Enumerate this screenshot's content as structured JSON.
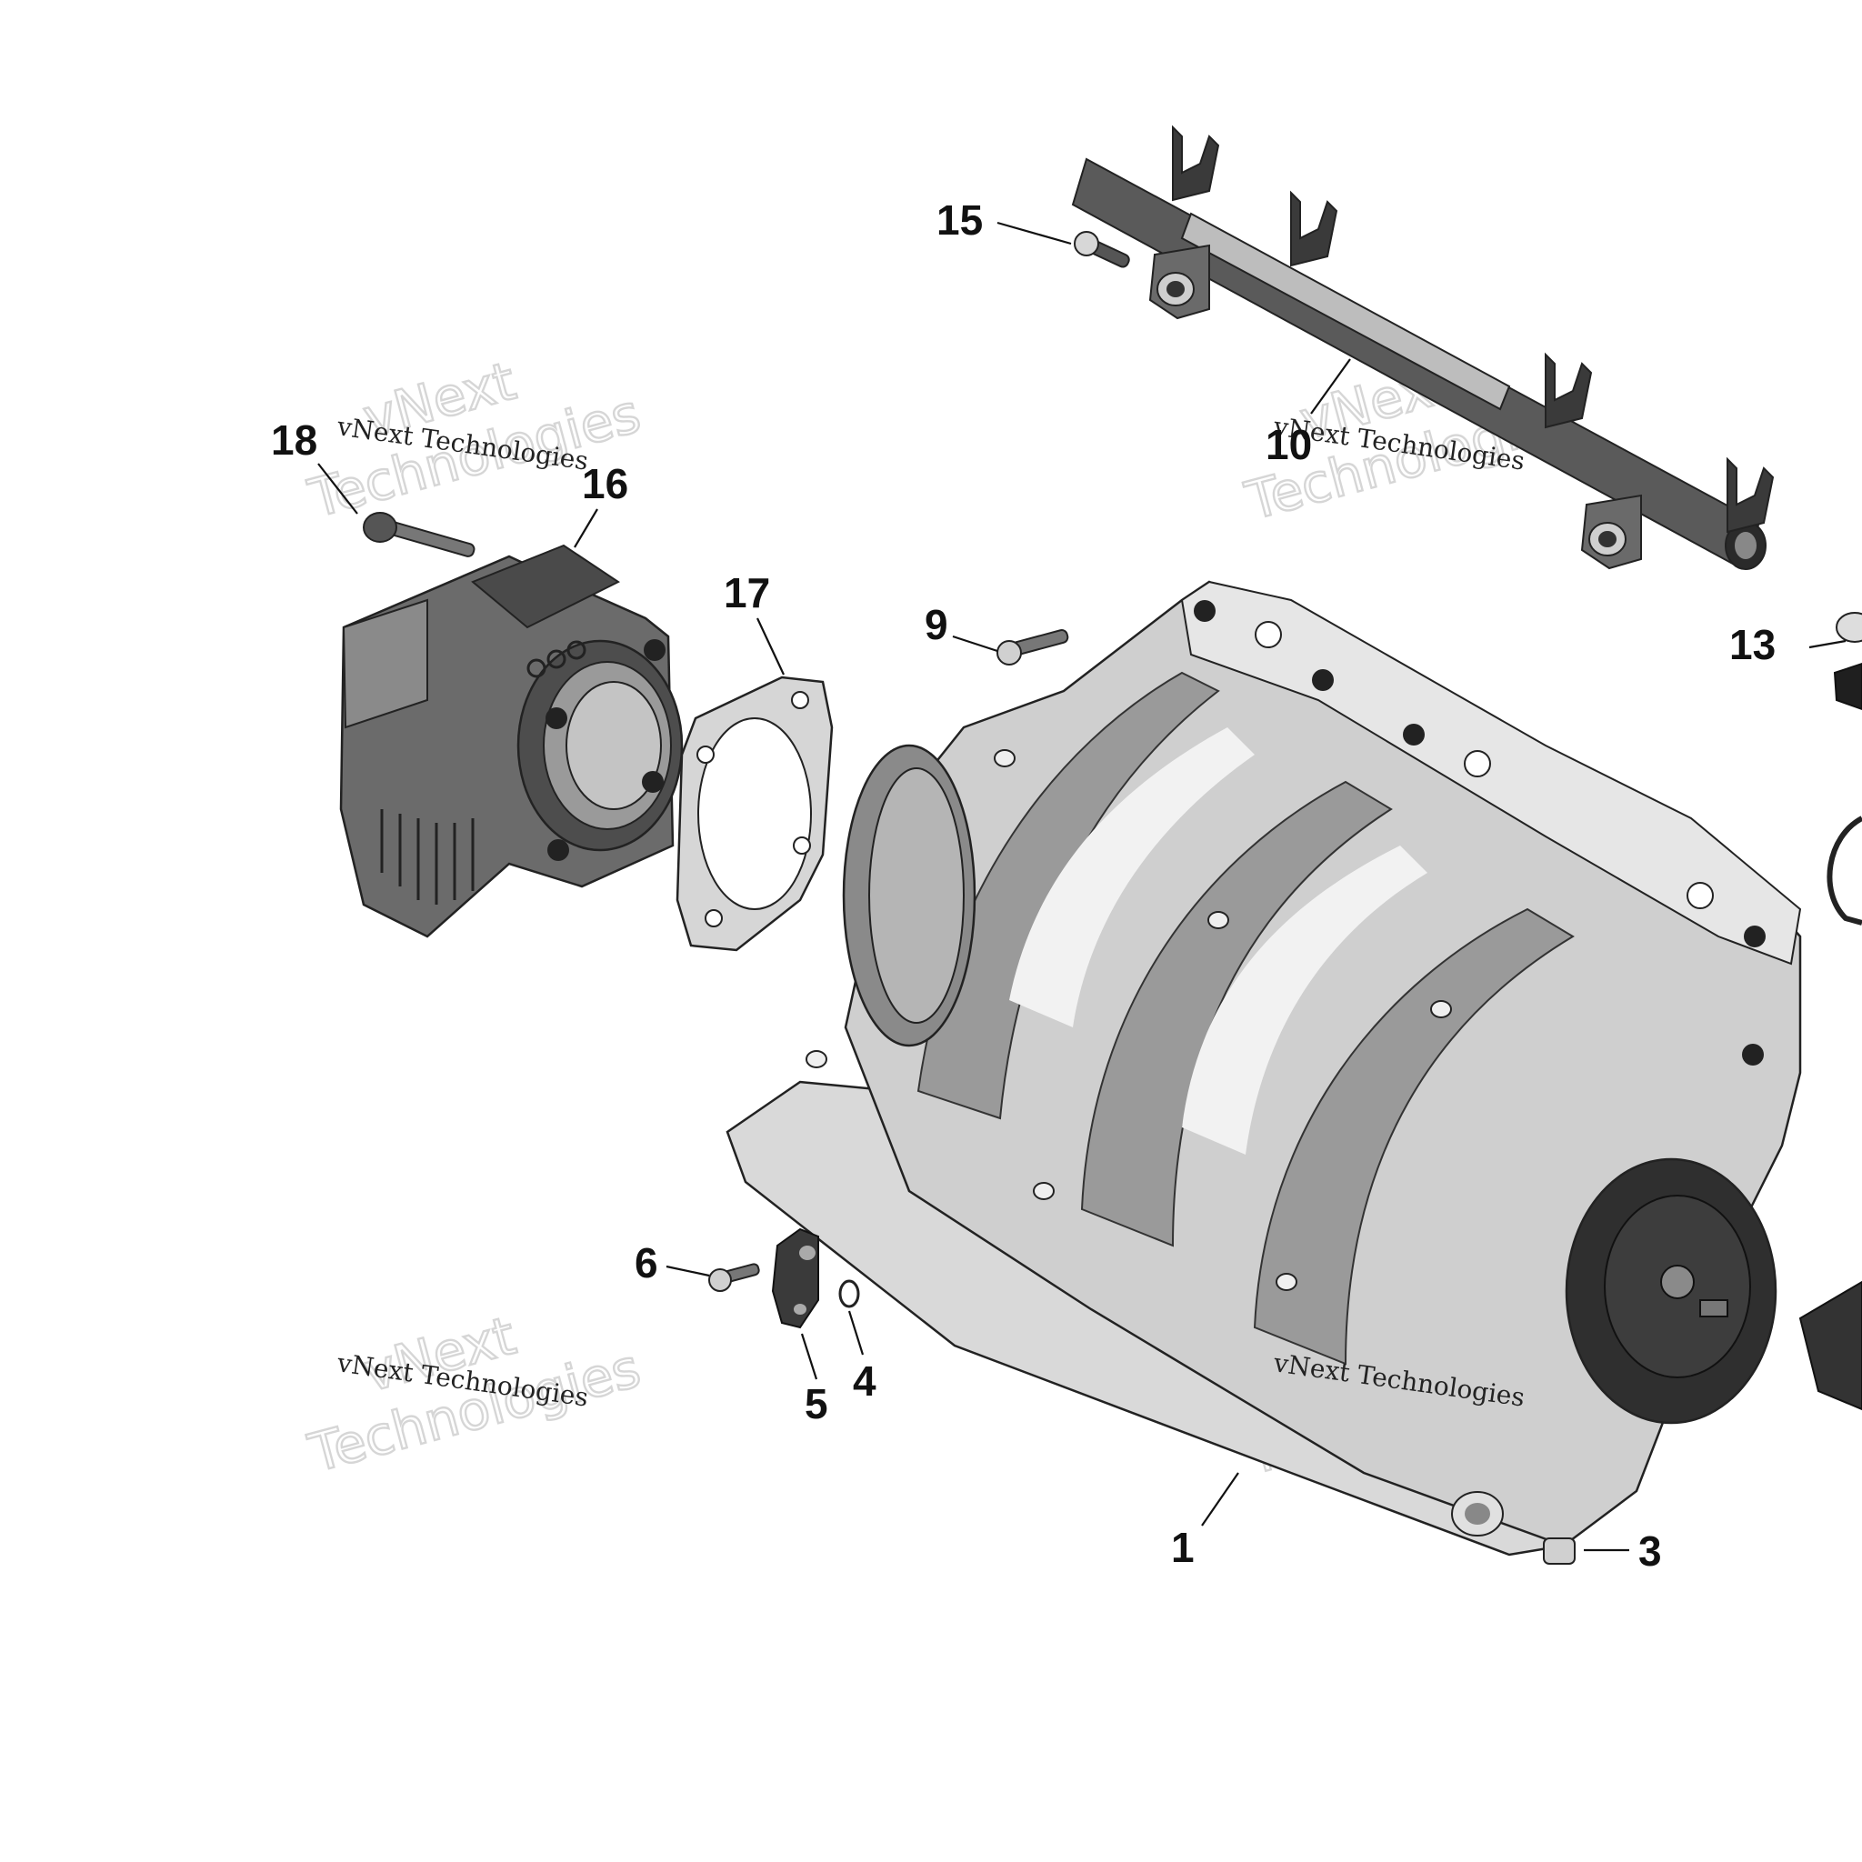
{
  "watermark": {
    "brand_line": "vNext",
    "brand_word": "Technologies",
    "label": "vNext Technologies"
  },
  "callouts": {
    "c1": "1",
    "c3": "3",
    "c4": "4",
    "c5": "5",
    "c6": "6",
    "c9": "9",
    "c10": "10",
    "c13": "13",
    "c15": "15",
    "c16": "16",
    "c17": "17",
    "c18": "18"
  },
  "colors": {
    "body_light": "#e2e2e2",
    "body_mid": "#bdbdbd",
    "body_dark": "#8c8c8c",
    "part_dark": "#3a3a3a",
    "part_black": "#1f1f1f",
    "outline": "#222222"
  }
}
